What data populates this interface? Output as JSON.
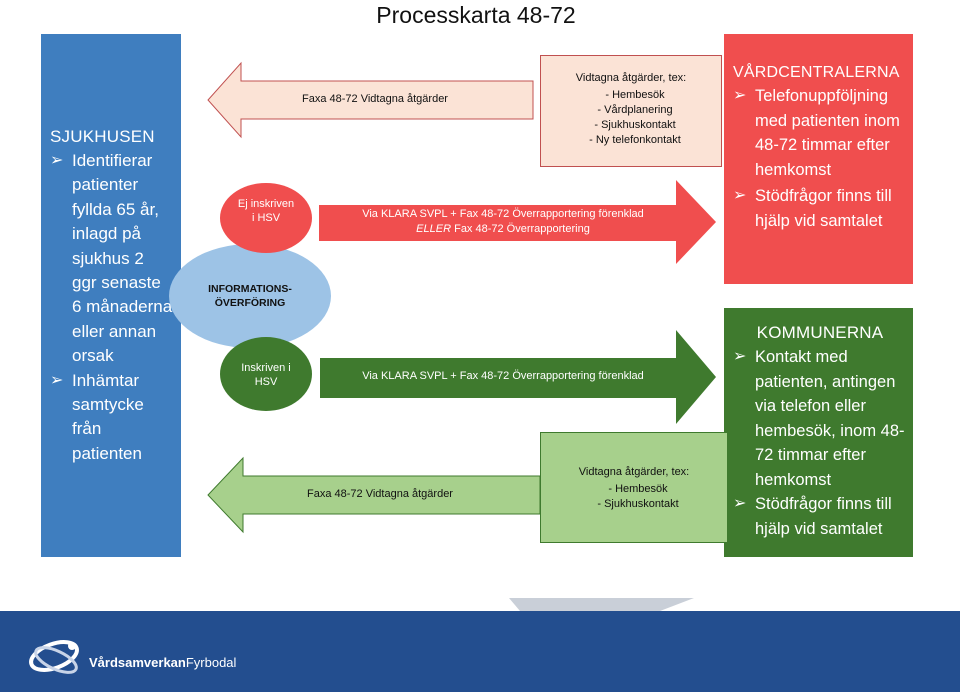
{
  "title": "Processkarta 48-72",
  "sjukhus": {
    "title": "SJUKHUSEN",
    "items": [
      "Identifierar patienter fyllda 65 år, inlagd på sjukhus 2 ggr senaste 6 månaderna eller annan orsak",
      "Inhämtar samtycke från patienten"
    ]
  },
  "vardcentralerna": {
    "title": "VÅRDCENTRALERNA",
    "items": [
      "Telefonuppföljning med patienten inom 48-72 timmar efter hemkomst",
      "Stödfrågor finns till hjälp vid samtalet"
    ]
  },
  "kommunerna": {
    "title": "KOMMUNERNA",
    "items": [
      "Kontakt med patienten, antingen via telefon eller hembesök, inom 48-72 timmar efter hemkomst",
      "Stödfrågor finns till hjälp vid samtalet"
    ]
  },
  "arrows": {
    "top_back": "Faxa 48-72 Vidtagna åtgärder",
    "red_forward_line1": "Via KLARA SVPL + Fax 48-72 Överrapportering förenklad",
    "red_forward_eller": "ELLER",
    "red_forward_line2": "Fax 48-72 Överrapportering",
    "green_forward": "Via KLARA SVPL + Fax 48-72 Överrapportering förenklad",
    "bottom_back": "Faxa 48-72 Vidtagna åtgärder"
  },
  "circles": {
    "ej_inskriven": "Ej inskriven i HSV",
    "information_line1": "INFORMATIONS-",
    "information_line2": "ÖVERFÖRING",
    "inskriven": "Inskriven i HSV"
  },
  "box_top": {
    "heading": "Vidtagna åtgärder, tex:",
    "items": [
      "Hembesök",
      "Vårdplanering",
      "Sjukhuskontakt",
      "Ny telefonkontakt"
    ]
  },
  "box_bottom": {
    "heading": "Vidtagna åtgärder, tex:",
    "items": [
      "Hembesök",
      "Sjukhuskontakt"
    ]
  },
  "footer": {
    "brand_bold": "Vårdsamverkan",
    "brand_regular": "Fyrbodal"
  },
  "colors": {
    "blue": "#3f7ebf",
    "red": "#f04e4e",
    "green": "#3f7a2e",
    "light_green": "#a7d08c",
    "peach": "#fbe3d6",
    "footer": "#234e8f"
  },
  "icons": {
    "bullet": "chevron-right-icon",
    "logo": "vardsamverkan-logo-icon"
  }
}
